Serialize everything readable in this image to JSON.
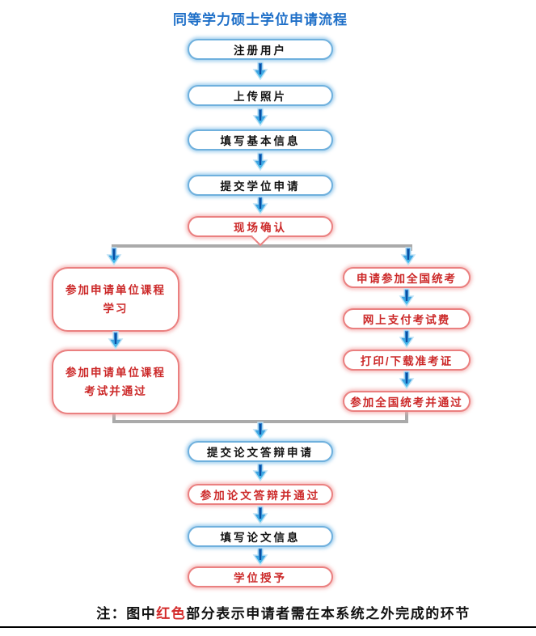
{
  "title": "同等学力硕士学位申请流程",
  "flow": {
    "top_steps": [
      {
        "label": "注册用户",
        "type": "blue"
      },
      {
        "label": "上传照片",
        "type": "blue"
      },
      {
        "label": "填写基本信息",
        "type": "blue"
      },
      {
        "label": "提交学位申请",
        "type": "blue"
      },
      {
        "label": "现场确认",
        "type": "red"
      }
    ],
    "left_branch": [
      {
        "label": "参加申请单位课程学习",
        "type": "red"
      },
      {
        "label": "参加申请单位课程考试并通过",
        "type": "red"
      }
    ],
    "right_branch": [
      {
        "label": "申请参加全国统考",
        "type": "red"
      },
      {
        "label": "网上支付考试费",
        "type": "red"
      },
      {
        "label": "打印/下载准考证",
        "type": "red"
      },
      {
        "label": "参加全国统考并通过",
        "type": "red"
      }
    ],
    "bottom_steps": [
      {
        "label": "提交论文答辩申请",
        "type": "blue"
      },
      {
        "label": "参加论文答辩并通过",
        "type": "red"
      },
      {
        "label": "填写论文信息",
        "type": "blue"
      },
      {
        "label": "学位授予",
        "type": "red"
      }
    ]
  },
  "note": {
    "prefix": "注：图中",
    "highlight": "红色",
    "suffix": "部分表示申请者需在本系统之外完成的环节"
  },
  "colors": {
    "title_blue": "#1e6fc8",
    "blue_border": "#6fb0dd",
    "red_border": "#ea8080",
    "red_text": "#cc2929",
    "connector_gray": "#aaaaaa",
    "arrow_blue": "#2f7fd0",
    "note_highlight_red": "#d42b2b"
  }
}
